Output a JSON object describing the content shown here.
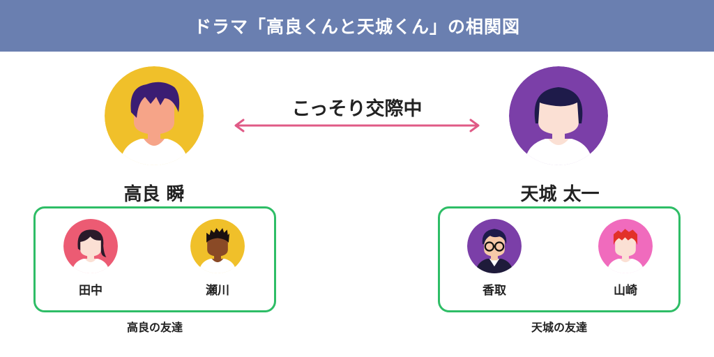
{
  "title": "ドラマ「高良くんと天城くん」の相関図",
  "relation": {
    "label": "こっそり交際中"
  },
  "people": {
    "takara": {
      "name": "高良 瞬"
    },
    "amagi": {
      "name": "天城 太一"
    }
  },
  "groups": {
    "takara_friends": {
      "caption": "高良の友達",
      "members": [
        {
          "name": "田中"
        },
        {
          "name": "瀬川"
        }
      ]
    },
    "amagi_friends": {
      "caption": "天城の友達",
      "members": [
        {
          "name": "香取"
        },
        {
          "name": "山崎"
        }
      ]
    }
  },
  "colors": {
    "header_bg": "#6a7fb0",
    "relation_arrow": "#e05a86",
    "group_border": "#2ebd66",
    "takara_avatar_bg": "#f0c02a",
    "amagi_avatar_bg": "#7b3fa8",
    "tanaka_avatar_bg": "#ec5b73",
    "segawa_avatar_bg": "#f0c02a",
    "katori_avatar_bg": "#7b3fa8",
    "yamazaki_avatar_bg": "#f06bbd"
  }
}
